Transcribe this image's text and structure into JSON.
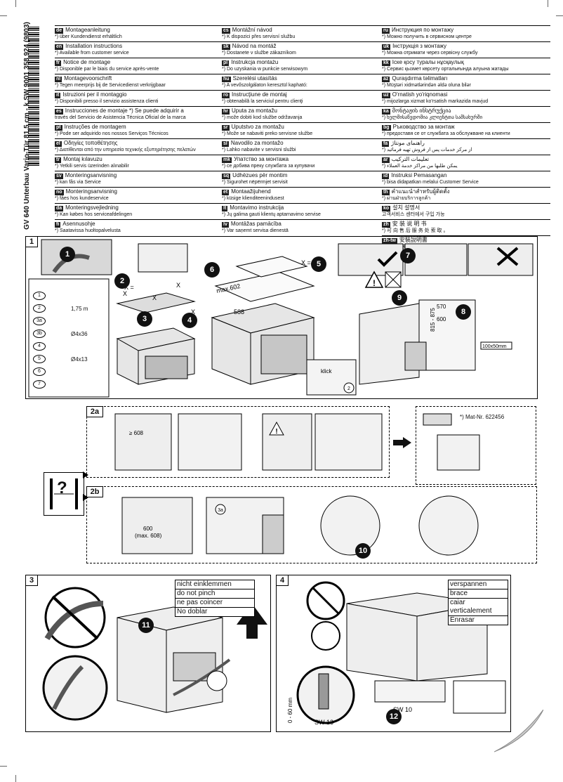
{
  "sidebar_title": "GV 640 Unterbau Vario-Tür 81,5 cm - k.SW 9001 358 924 (9803)",
  "languages": [
    [
      {
        "code": "de",
        "title": "Montageanleitung",
        "sub": "*) über Kundendienst erhältlich"
      },
      {
        "code": "en",
        "title": "Installation instructions",
        "sub": "*) Available from customer service"
      },
      {
        "code": "fr",
        "title": "Notice de montage",
        "sub": "*) Disponible par le biais du service après-vente"
      },
      {
        "code": "nl",
        "title": "Montagevoorschrift",
        "sub": "*) Tegen meerprijs bij de Servicedienst verkrijgbaar"
      },
      {
        "code": "it",
        "title": "Istruzioni per il montaggio",
        "sub": "*) Disponibili presso il servizio assistenza clienti"
      },
      {
        "code": "es",
        "title": "Instrucciones de montaje  *) Se puede adquirir a",
        "sub": "través del Servicio de Asistencia Técnica Oficial de la marca"
      },
      {
        "code": "pt",
        "title": "Instruções de montagem",
        "sub": "*) Pode ser adquirido nos nossos Serviços Técnicos"
      },
      {
        "code": "el",
        "title": "Οδηγίες τοποθέτησης",
        "sub": "*) Διατίθενται από την υπηρεσία τεχνικής εξυπηρέτησης πελατών"
      },
      {
        "code": "tr",
        "title": "Montaj kılavuzu",
        "sub": "*) Yetkili servis üzerinden alınabilir"
      },
      {
        "code": "sv",
        "title": "Monteringsanvisning",
        "sub": "*) kan fås via Service"
      },
      {
        "code": "no",
        "title": "Monteringsanvisning",
        "sub": "*) fåes hos kundeservice"
      },
      {
        "code": "da",
        "title": "Monteringsvejledning",
        "sub": "*) Kan købes hos serviceafdelingen"
      },
      {
        "code": "fi",
        "title": "Asennusohje",
        "sub": "*) Saatavissa huoltopalvelusta"
      }
    ],
    [
      {
        "code": "cs",
        "title": "Montážní návod",
        "sub": "*) K dispozici přes servisní službu"
      },
      {
        "code": "sk",
        "title": "Návod na montáž",
        "sub": "*) Dostanete v službe zákazníkom"
      },
      {
        "code": "pl",
        "title": "Instrukcja montażu",
        "sub": "*) Do uzyskania w punkcie serwisowym"
      },
      {
        "code": "hu",
        "title": "Szerelési utasítás",
        "sub": "*) A vevőszolgálaton keresztül kapható:"
      },
      {
        "code": "ro",
        "title": "Instrucţiune de montaj",
        "sub": "*) obtenabilă la serviciul pentru clienţi"
      },
      {
        "code": "hr",
        "title": "Uputa za montažu",
        "sub": "*) može dobiti kod službe održavanja"
      },
      {
        "code": "sr",
        "title": "Uputstvo za montažu",
        "sub": "*) Može se nabaviti preko servisne službe"
      },
      {
        "code": "sl",
        "title": "Navodilo za montažo",
        "sub": "*) Lahko nabavite v servisni službi"
      },
      {
        "code": "mk",
        "title": "Упатство за монтажа",
        "sub": "*) се добива преку службата за купувачи"
      },
      {
        "code": "sq",
        "title": "Udhëzues për montim",
        "sub": "*) Sigurohet nëpërmjet servisit"
      },
      {
        "code": "et",
        "title": "Montaažijuhend",
        "sub": "*) küsige klienditeenindusest"
      },
      {
        "code": "lt",
        "title": "Montavimo instrukcija",
        "sub": "*) Jų galima gauti klientų aptarnavimo servise"
      },
      {
        "code": "lv",
        "title": "Montāžas pamācība",
        "sub": "*) Var saņemt servisa dienestā"
      }
    ],
    [
      {
        "code": "ru",
        "title": "Инструкция по монтажу",
        "sub": "*) Можно получить в сервисном центре"
      },
      {
        "code": "uk",
        "title": "Інструкція з монтажу",
        "sub": "*) Можна отримати через сервісну службу"
      },
      {
        "code": "kk",
        "title": "Іске қосу туралы нұсқаулық",
        "sub": "*) Сервис қызмет көрсету орталығында алуына жатады"
      },
      {
        "code": "az",
        "title": "Quraşdırma təlimatları",
        "sub": "*) Müştəri xidmətlərindən əldə oluna bilər"
      },
      {
        "code": "uz",
        "title": "O'rnatish yo'riqnomasi",
        "sub": "*) mijozlarga xizmat ko'rsatish markazida mavjud"
      },
      {
        "code": "ka",
        "title": "მონტაჟის ინსტრუქცია",
        "sub": "*) ხელმისაწვდომია კლიენტთა სამსახურში"
      },
      {
        "code": "bg",
        "title": "Ръководство за монтаж",
        "sub": "*) предоставя се от службата за обслужване на клиенти"
      },
      {
        "code": "fa",
        "title": "راهنمای مونتاژ",
        "sub": "*) از مرکز خدمات پس از فروش تهیه فرمائید"
      },
      {
        "code": "ar",
        "title": "تعليمات التركيب",
        "sub": "*) يمكن طلبها من مراكز خدمة العملاء"
      },
      {
        "code": "id",
        "title": "Instruksi Pemasangan",
        "sub": "*) bisa didapatkan melalui Customer Service"
      },
      {
        "code": "th",
        "title": "คำแนะนำสำหรับผู้ติดตั้ง",
        "sub": "*) ผ่านฝ่ายบริการลูกค้า"
      },
      {
        "code": "ko",
        "title": "설치 설명서",
        "sub": "고객서비스 센터에서 구입 가능"
      },
      {
        "code": "zh",
        "title": "安 装 说 明 书",
        "sub": "*) 可 向 售 后 服 务 处 索 取 。"
      },
      {
        "code": "zh-tw",
        "title": "安裝說明書",
        "sub": "*) 可向售後服務處索取"
      }
    ]
  ],
  "panel1": {
    "number": "1",
    "parts_labels": [
      "1",
      "2",
      "3a",
      "3b",
      "4",
      "5",
      "6",
      "7"
    ],
    "part_texts": [
      "1,75 m",
      "Ø4x36",
      "Ø4x13"
    ],
    "steps": [
      "1",
      "2",
      "3",
      "4",
      "5",
      "6",
      "7",
      "8",
      "9"
    ],
    "dims": [
      "X",
      "X",
      "X",
      "X",
      "X =",
      "max.602",
      "X =",
      "588",
      "815 - 875",
      "570",
      "600",
      "100x50mm",
      "klick",
      "2",
      "100x50mm"
    ]
  },
  "panel2a": {
    "number": "2a",
    "dim": "≥ 608",
    "matnr": "*) Mat-Nr. 622456"
  },
  "panel_q": {
    "symbol": "?"
  },
  "panel2b": {
    "number": "2b",
    "dim1": "600",
    "dim2": "(max. 608)",
    "label3a": "3a",
    "step": "10"
  },
  "panel3": {
    "number": "3",
    "warnings": [
      "nicht einklemmen",
      "do not pinch",
      "ne pas coincer",
      "No doblar"
    ],
    "step": "11"
  },
  "panel4": {
    "number": "4",
    "warnings": [
      "verspannen",
      "brace",
      "caiar verticalement",
      "Enrasar"
    ],
    "step": "12",
    "sw10": "SW 10",
    "sw13": "SW 13",
    "range": "0 - 60 mm"
  }
}
